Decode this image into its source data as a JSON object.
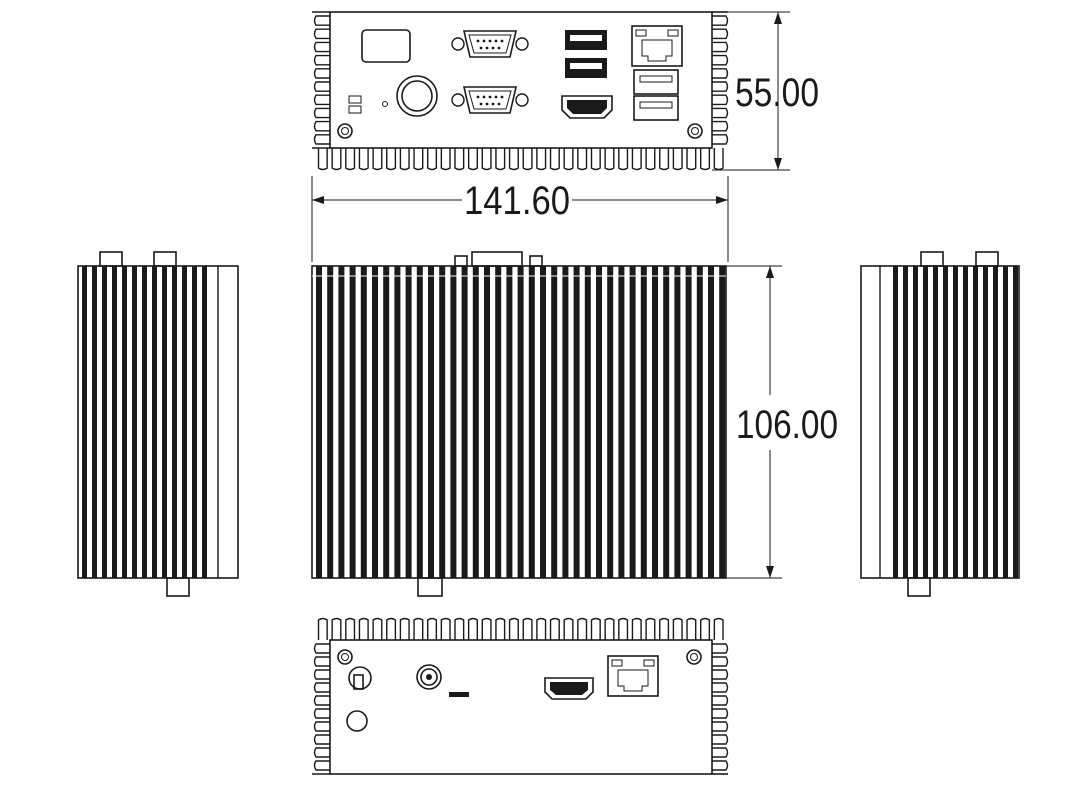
{
  "dimensions": {
    "height_front": "55.00",
    "width": "141.60",
    "depth": "106.00"
  },
  "colors": {
    "line": "#1a1a1a",
    "background": "#ffffff"
  },
  "icons": {
    "front_panel": [
      "power-button-icon",
      "db9-serial-port-icon",
      "usb-port-icon",
      "hdmi-port-icon",
      "rj45-port-icon",
      "led-indicator-icon"
    ],
    "rear_panel": [
      "dc-power-jack-icon",
      "hdmi-port-icon",
      "rj45-port-icon",
      "antenna-hole-icon"
    ]
  }
}
